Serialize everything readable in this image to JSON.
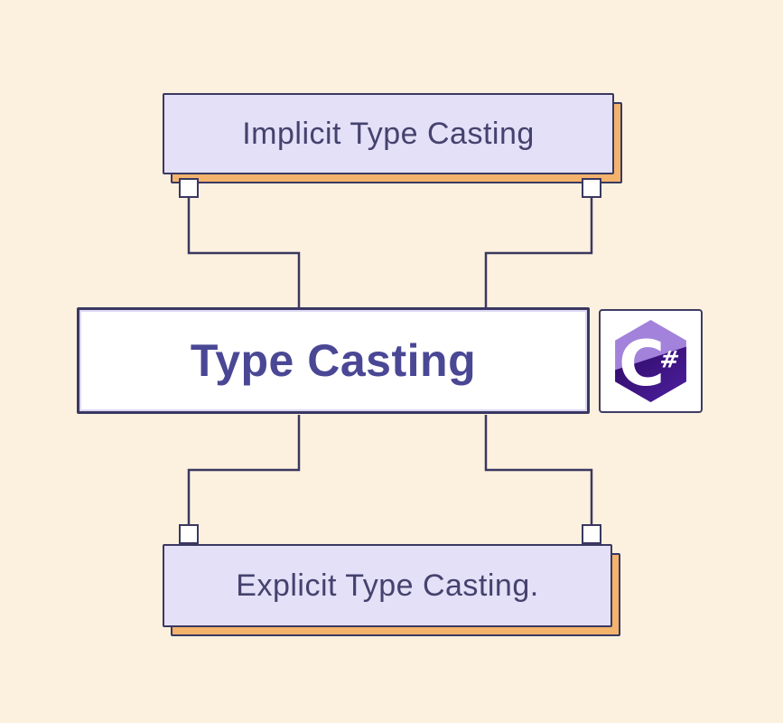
{
  "background_color": "#fcf1df",
  "palette": {
    "border_navy": "#3a3861",
    "box_lavender": "#e3e0f8",
    "shadow_orange": "#f4b36d",
    "label_color": "#45426e",
    "title_color": "#4a4795",
    "logo_light_purple": "#a282da",
    "logo_dark_purple": "#4e1fa1",
    "logo_deep_purple": "#2e0a63",
    "card_background": "#ffffff"
  },
  "diagram": {
    "title_box": {
      "label": "Type Casting"
    },
    "implicit_box": {
      "label": "Implicit Type Casting"
    },
    "explicit_box": {
      "label": "Explicit Type Casting."
    },
    "logo": {
      "name": "csharp-logo",
      "letter": "C",
      "symbol": "#"
    },
    "connections": [
      {
        "from": "implicit_box",
        "to": "title_box"
      },
      {
        "from": "title_box",
        "to": "explicit_box"
      }
    ]
  }
}
